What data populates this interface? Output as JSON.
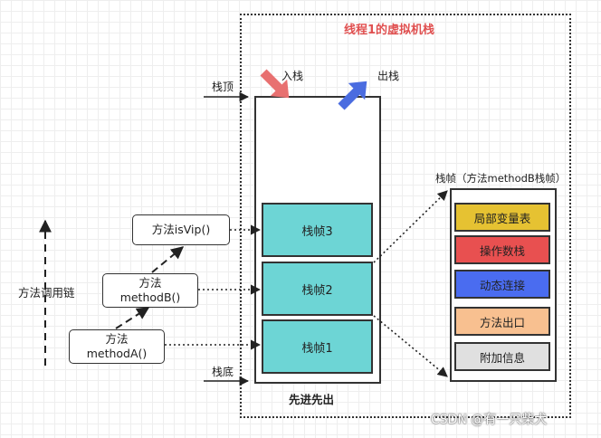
{
  "thread": {
    "title": "线程1的虚拟机栈"
  },
  "stack": {
    "top_label": "栈顶",
    "bottom_label": "栈底",
    "push_label": "入栈",
    "pop_label": "出栈",
    "fifo_label": "先进先出"
  },
  "frames": [
    {
      "label": "栈帧3"
    },
    {
      "label": "栈帧2"
    },
    {
      "label": "栈帧1"
    }
  ],
  "methods": {
    "isvip": {
      "line1": "方法isVip()"
    },
    "b": {
      "line1": "方法",
      "line2": "methodB()"
    },
    "a": {
      "line1": "方法",
      "line2": "methodA()"
    }
  },
  "call_chain_label": "方法调用链",
  "detail": {
    "title": "栈帧（方法methodB栈帧）",
    "items": [
      "局部变量表",
      "操作数栈",
      "动态连接",
      "方法出口",
      "附加信息"
    ]
  },
  "colors": {
    "frame": "#6dd5d5",
    "push_arrow": "#e87070",
    "pop_arrow": "#4a6ce0",
    "title": "#e05050"
  },
  "watermark": "CSDN @有一只柴犬"
}
